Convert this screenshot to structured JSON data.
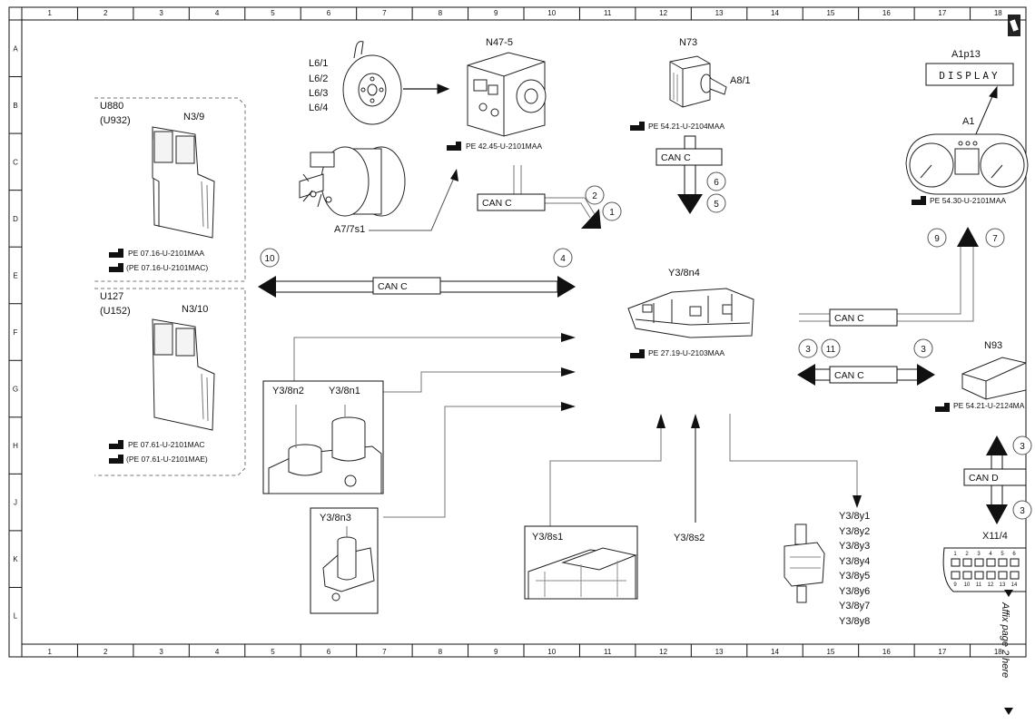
{
  "grid": {
    "columns": [
      "1",
      "2",
      "3",
      "4",
      "5",
      "6",
      "7",
      "8",
      "9",
      "10",
      "11",
      "12",
      "13",
      "14",
      "15",
      "16",
      "17",
      "18"
    ],
    "rows": [
      "A",
      "B",
      "C",
      "D",
      "E",
      "F",
      "G",
      "H",
      "J",
      "K",
      "L"
    ]
  },
  "labels": {
    "l6_1": "L6/1",
    "l6_2": "L6/2",
    "l6_3": "L6/3",
    "l6_4": "L6/4",
    "n47_5": "N47-5",
    "n47_5_ref": "PE 42.45-U-2101MAA",
    "a7_7s1": "A7/7s1",
    "n73": "N73",
    "a8_1": "A8/1",
    "n73_ref": "PE 54.21-U-2104MAA",
    "a1p13": "A1p13",
    "display": "DISPLAY",
    "a1": "A1",
    "a1_ref": "PE 54.30-U-2101MAA",
    "u880": "U880",
    "u932": "(U932)",
    "n3_9": "N3/9",
    "n3_9_ref1": "PE 07.16-U-2101MAA",
    "n3_9_ref2": "(PE 07.16-U-2101MAC)",
    "u127": "U127",
    "u152": "(U152)",
    "n3_10": "N3/10",
    "n3_10_ref1": "PE 07.61-U-2101MAC",
    "n3_10_ref2": "(PE 07.61-U-2101MAE)",
    "y3_8n4": "Y3/8n4",
    "y3_8n4_ref": "PE 27.19-U-2103MAA",
    "n93": "N93",
    "n93_ref": "PE 54.21-U-2124MA",
    "y3_8n2": "Y3/8n2",
    "y3_8n1": "Y3/8n1",
    "y3_8n3": "Y3/8n3",
    "y3_8s1": "Y3/8s1",
    "y3_8s2": "Y3/8s2",
    "x11_4": "X11/4",
    "y3_8y1": "Y3/8y1",
    "y3_8y2": "Y3/8y2",
    "y3_8y3": "Y3/8y3",
    "y3_8y4": "Y3/8y4",
    "y3_8y5": "Y3/8y5",
    "y3_8y6": "Y3/8y6",
    "y3_8y7": "Y3/8y7",
    "y3_8y8": "Y3/8y8",
    "affix": "Affix page 2 here"
  },
  "can": {
    "c1": "CAN C",
    "c2": "CAN C",
    "c3": "CAN C",
    "c4": "CAN C",
    "c5": "CAN C",
    "d1": "CAN D"
  },
  "markers": {
    "m1": "1",
    "m2": "2",
    "m3a": "3",
    "m3b": "3",
    "m3c": "3",
    "m3d": "3",
    "m4": "4",
    "m5": "5",
    "m6": "6",
    "m7": "7",
    "m9": "9",
    "m10": "10",
    "m11": "11"
  },
  "connector_pins": {
    "top": [
      "1",
      "2",
      "3",
      "4",
      "5",
      "6"
    ],
    "bottom": [
      "9",
      "10",
      "11",
      "12",
      "13",
      "14"
    ]
  }
}
